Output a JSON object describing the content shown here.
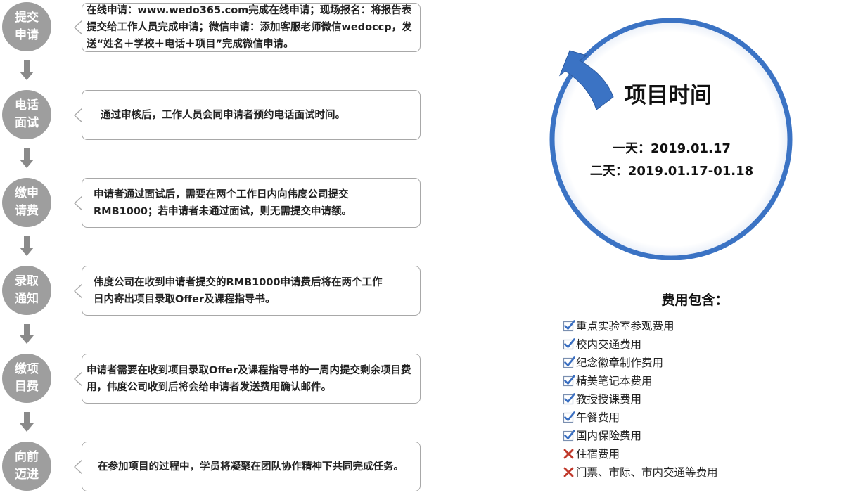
{
  "steps": [
    {
      "title_line1": "提交",
      "title_line2": "申请",
      "text": "在线申请：www.wedo365.com完成在线申请；现场报名：将报告表提交给工作人员完成申请；微信申请：添加客服老师微信wedoccp，发送“姓名＋学校＋电话＋项目”完成微信申请。"
    },
    {
      "title_line1": "电话",
      "title_line2": "面试",
      "text": "通过审核后，工作人员会同申请者预约电话面试时间。"
    },
    {
      "title_line1": "缴申",
      "title_line2": "请费",
      "text": "申请者通过面试后，需要在两个工作日内向伟度公司提交RMB1000；若申请者未通过面试，则无需提交申请额。"
    },
    {
      "title_line1": "录取",
      "title_line2": "通知",
      "text": "伟度公司在收到申请者提交的RMB1000申请费后将在两个工作日内寄出项目录取Offer及课程指导书。"
    },
    {
      "title_line1": "缴项",
      "title_line2": "目费",
      "text": "申请者需要在收到项目录取Offer及课程指导书的一周内提交剩余项目费用，伟度公司收到后将会给申请者发送费用确认邮件。"
    },
    {
      "title_line1": "向前",
      "title_line2": "迈进",
      "text": "在参加项目的过程中，学员将凝聚在团队协作精神下共同完成任务。"
    }
  ],
  "project_time": {
    "title": "项目时间",
    "one_day": "一天：2019.01.17",
    "two_day": "二天：2019.01.17-01.18"
  },
  "fees": {
    "title": "费用包含：",
    "items": [
      {
        "label": "重点实验室参观费用",
        "included": true
      },
      {
        "label": "校内交通费用",
        "included": true
      },
      {
        "label": "纪念徽章制作费用",
        "included": true
      },
      {
        "label": "精美笔记本费用",
        "included": true
      },
      {
        "label": "教授授课费用",
        "included": true
      },
      {
        "label": "午餐费用",
        "included": true
      },
      {
        "label": "国内保险费用",
        "included": true
      },
      {
        "label": "住宿费用",
        "included": false
      },
      {
        "label": "门票、市际、市内交通等费用",
        "included": false
      }
    ]
  },
  "colors": {
    "step_circle": "#9e9e9e",
    "arrow": "#8a8a8a",
    "ring": "#3b73c4",
    "check": "#3a6fc2",
    "cross": "#c0392b"
  }
}
